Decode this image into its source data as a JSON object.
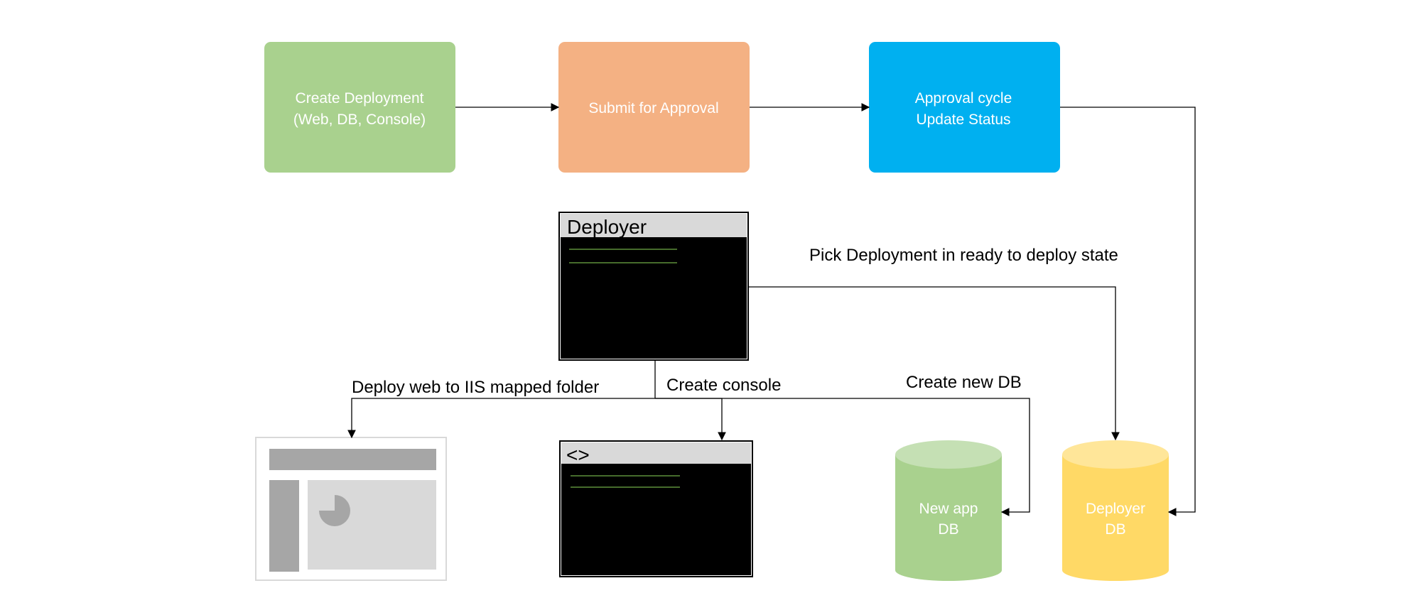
{
  "colors": {
    "create": "#a9d18e",
    "submit": "#f4b183",
    "approval": "#00b0f0",
    "deployer_window_header": "#d9d9d9",
    "terminal_bg": "#000000",
    "terminal_line": "#70ad47",
    "new_db_body": "#a9d18e",
    "new_db_top": "#c5e0b4",
    "deployer_db_body": "#ffd966",
    "deployer_db_top": "#ffe699",
    "web_page_grey": "#a6a6a6",
    "web_page_light": "#d9d9d9"
  },
  "nodes": {
    "create": {
      "line1": "Create Deployment",
      "line2": "(Web, DB, Console)"
    },
    "submit": {
      "line1": "Submit for Approval"
    },
    "approval": {
      "line1": "Approval cycle",
      "line2": "Update Status"
    },
    "deployer": {
      "title": "Deployer"
    },
    "console": {
      "title": "<>"
    },
    "new_db": {
      "line1": "New app",
      "line2": "DB"
    },
    "deployer_db": {
      "line1": "Deployer",
      "line2": "DB"
    },
    "web_icon": "web-page-icon"
  },
  "labels": {
    "pick": "Pick Deployment in ready to deploy state",
    "deploy_web": "Deploy web to IIS mapped folder",
    "create_console": "Create console",
    "create_db": "Create new DB"
  }
}
